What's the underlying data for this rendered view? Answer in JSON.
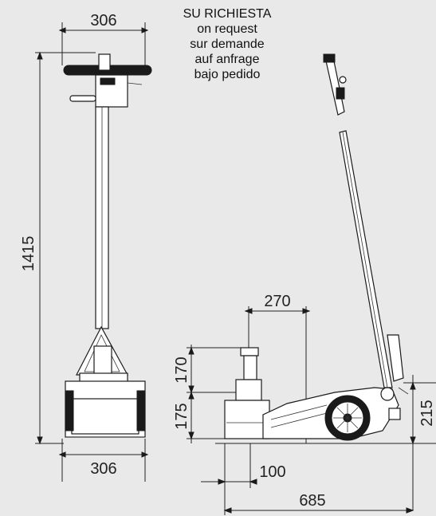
{
  "note": {
    "lines": [
      "SU RICHIESTA",
      "on request",
      "sur demande",
      "auf anfrage",
      "bajo pedido"
    ]
  },
  "dimensions": {
    "top_width": "306",
    "total_height": "1415",
    "bottom_width": "306",
    "saddle_width": "270",
    "extension_height": "170",
    "saddle_height": "175",
    "saddle_offset": "100",
    "total_length": "685",
    "side_height": "215"
  }
}
